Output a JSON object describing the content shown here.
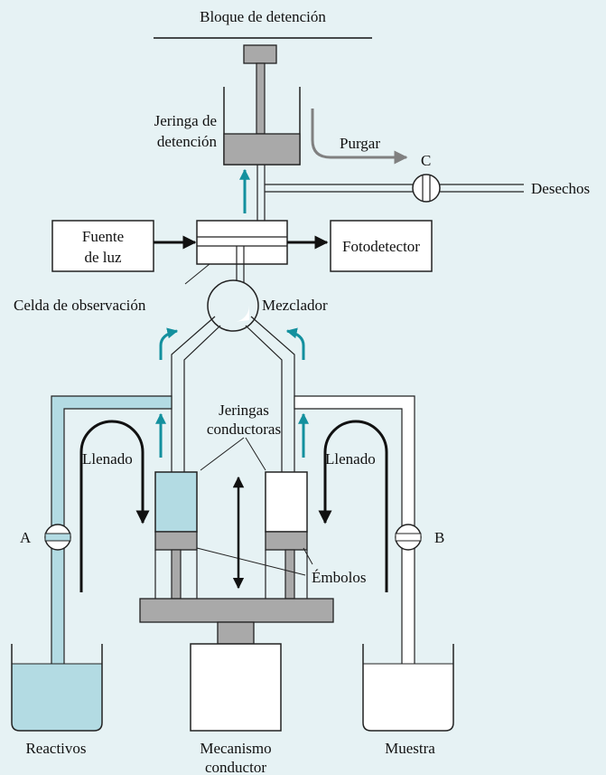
{
  "labels": {
    "stop_block": "Bloque de detención",
    "stop_syringe_line1": "Jeringa de",
    "stop_syringe_line2": "detención",
    "purge": "Purgar",
    "valve_c": "C",
    "waste": "Desechos",
    "light_source_line1": "Fuente",
    "light_source_line2": "de luz",
    "photodetector": "Fotodetector",
    "observation_cell": "Celda de observación",
    "mixer": "Mezclador",
    "drive_syringes_line1": "Jeringas",
    "drive_syringes_line2": "conductoras",
    "fill_left": "Llenado",
    "fill_right": "Llenado",
    "valve_a": "A",
    "valve_b": "B",
    "plungers": "Émbolos",
    "reagents": "Reactivos",
    "drive_mechanism_line1": "Mecanismo",
    "drive_mechanism_line2": "conductor",
    "sample": "Muestra"
  },
  "colors": {
    "background": "#e6f2f4",
    "reagent_fill": "#b3dbe3",
    "gray_part": "#a9a9a9",
    "teal_arrow": "#13909e",
    "purge_arrow": "#808080",
    "outline": "#222222",
    "white": "#ffffff"
  }
}
